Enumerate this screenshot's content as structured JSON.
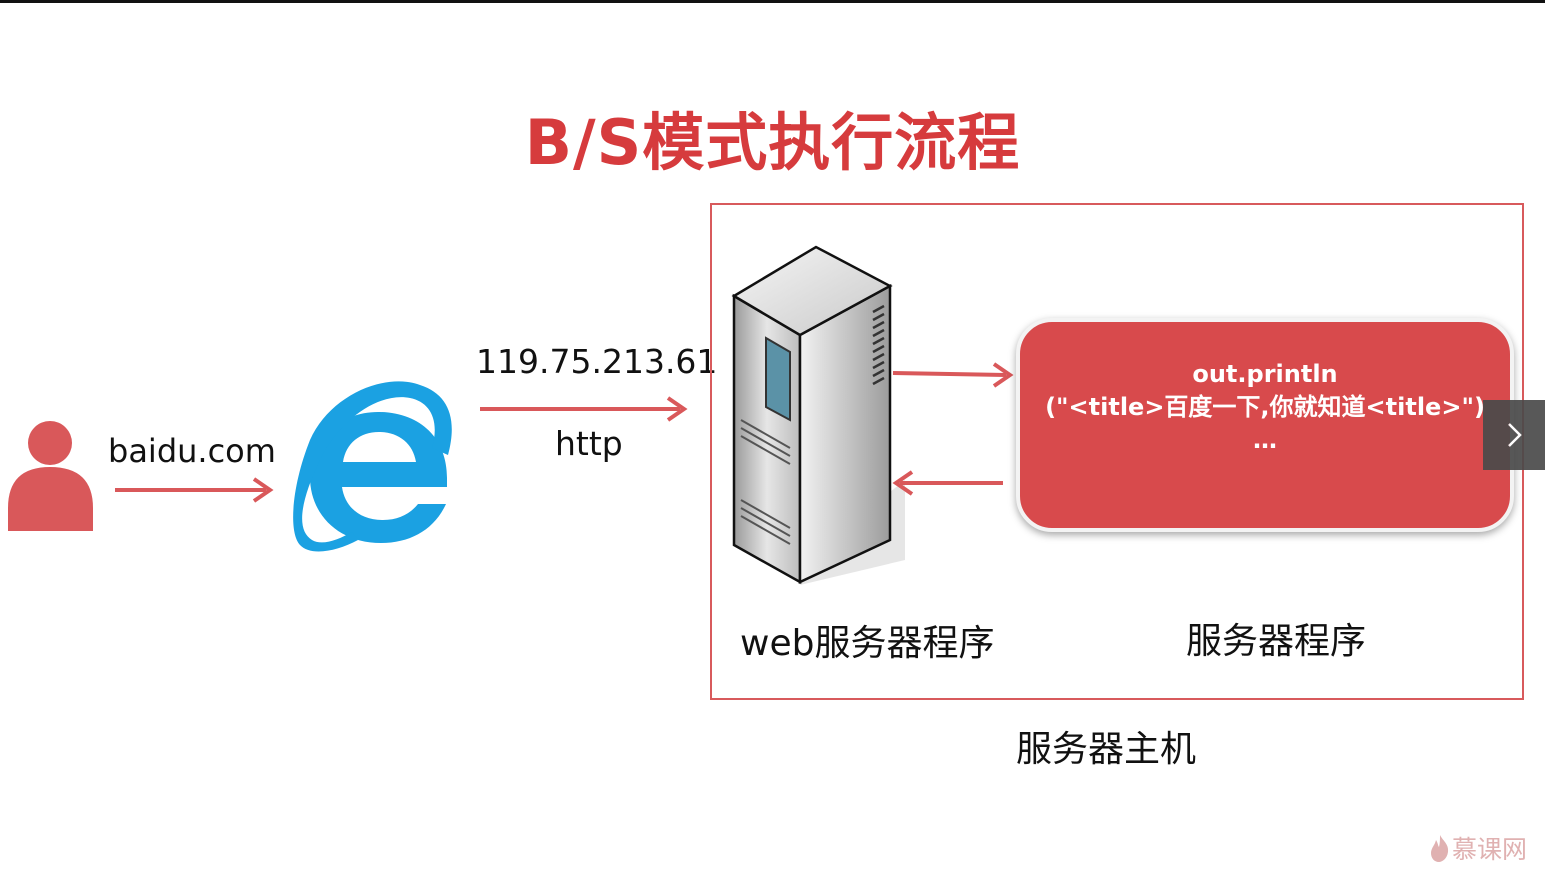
{
  "title": "B/S模式执行流程",
  "labels": {
    "domain": "baidu.com",
    "ip": "119.75.213.61",
    "protocol": "http",
    "web_server_program": "web服务器程序",
    "server_program": "服务器程序",
    "server_host": "服务器主机"
  },
  "code_box": {
    "line1": "out.println",
    "line2": "(\"<title>百度一下,你就知道<title>\")",
    "line3": "…"
  },
  "watermark": "慕课网",
  "colors": {
    "accent_red": "#d63b3d",
    "arrow_red": "#d9585a",
    "code_box_fill": "#d84a4c",
    "ie_blue": "#1ba1e2"
  },
  "icons": {
    "user": "user-icon",
    "browser": "ie-browser-icon",
    "server": "server-tower-icon",
    "next": "chevron-right-icon",
    "brand": "flame-logo-icon"
  }
}
